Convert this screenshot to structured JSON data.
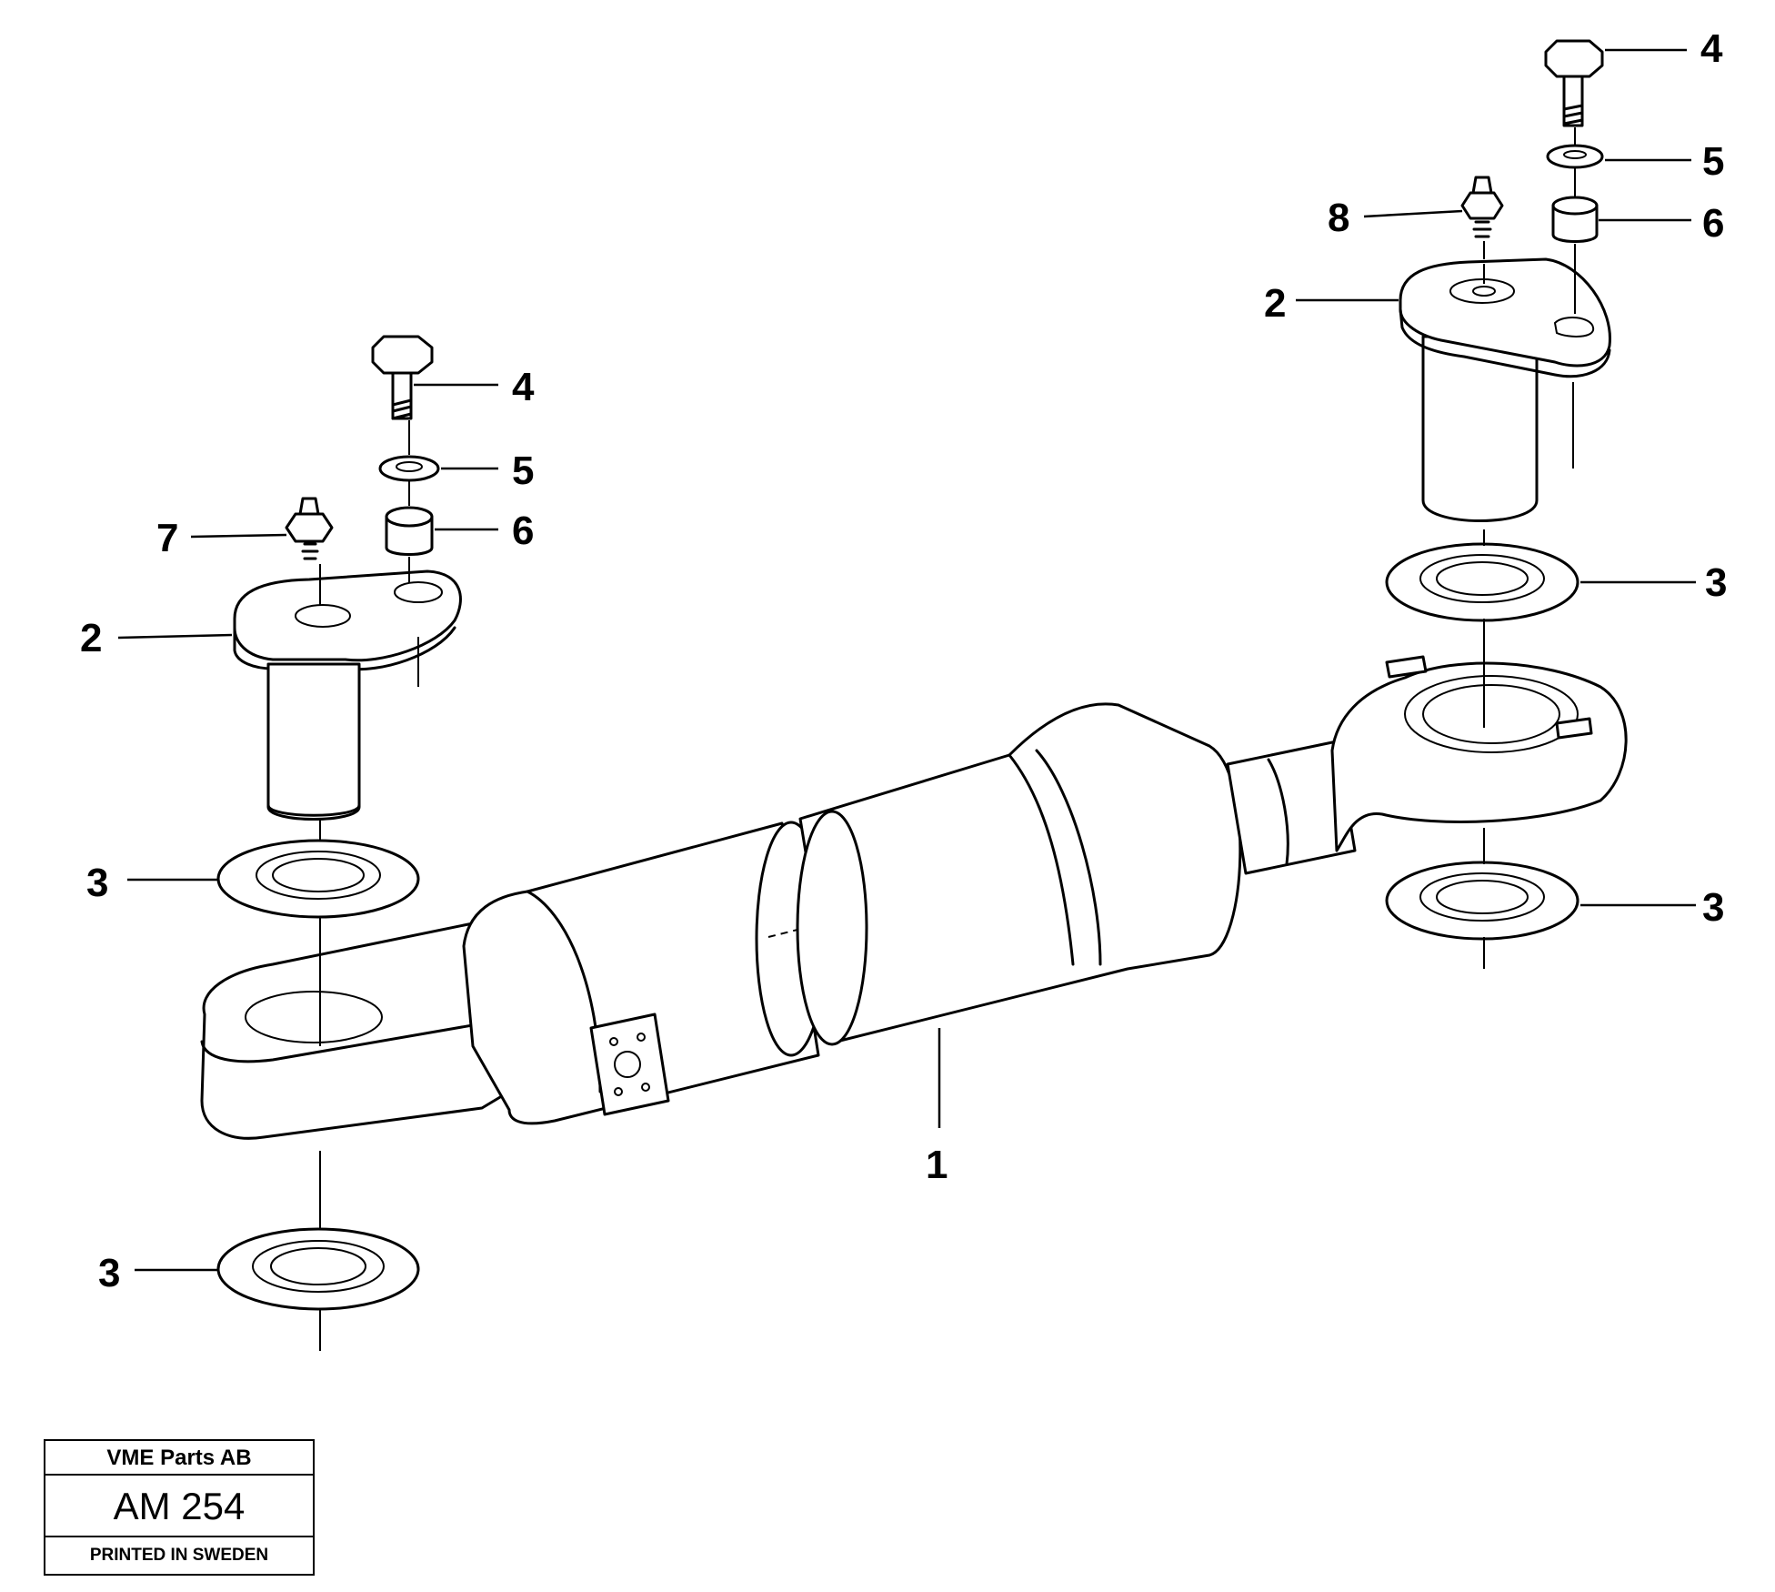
{
  "callouts": {
    "c1": "1",
    "c2_left": "2",
    "c2_right": "2",
    "c3_left_top": "3",
    "c3_left_bottom": "3",
    "c3_right_top": "3",
    "c3_right_bottom": "3",
    "c4_left": "4",
    "c4_right": "4",
    "c5_left": "5",
    "c5_right": "5",
    "c6_left": "6",
    "c6_right": "6",
    "c7": "7",
    "c8": "8"
  },
  "title_block": {
    "company": "VME Parts AB",
    "code": "AM 254",
    "printed": "PRINTED IN SWEDEN"
  }
}
